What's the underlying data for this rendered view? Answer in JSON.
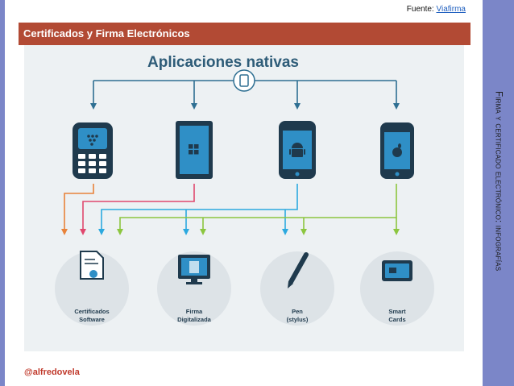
{
  "source": {
    "prefix": "Fuente: ",
    "link": "Viafirma"
  },
  "header": {
    "title": "Certificados y Firma Electrónicos"
  },
  "sidebar": {
    "title": "Firma y certificado electrónico: infografías"
  },
  "diagram": {
    "title": "Aplicaciones nativas",
    "outputs": [
      {
        "line1": "Certificados",
        "line2": "Software"
      },
      {
        "line1": "Firma",
        "line2": "Digitalizada"
      },
      {
        "line1": "Pen",
        "line2": "(stylus)"
      },
      {
        "line1": "Smart",
        "line2": "Cards"
      }
    ]
  },
  "footer": {
    "handle": "@alfredovela"
  },
  "colors": {
    "header": "#b24a34",
    "sidebar": "#7b86c8",
    "diagram_bg": "#edf1f3",
    "device": "#1f3a4d",
    "screen": "#2f8fc6",
    "line_blue": "#2e6f92",
    "orange": "#e8833a",
    "pink": "#e0486e",
    "cyan": "#2ca9df",
    "green": "#8cc63f"
  }
}
